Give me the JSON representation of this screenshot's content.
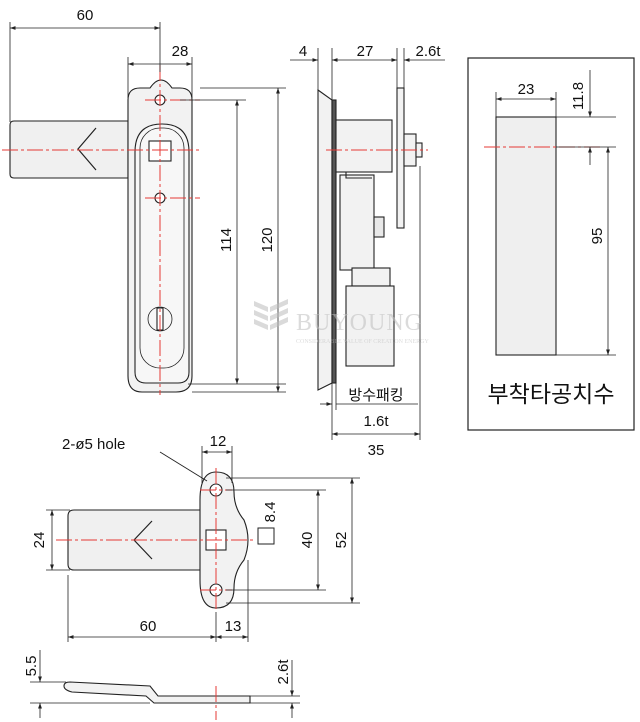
{
  "front_view": {
    "dims": {
      "overall_width": "60",
      "body_width": "28",
      "hole_pitch": "114",
      "overall_height": "120"
    }
  },
  "side_view": {
    "dims": {
      "plate_thickness": "4",
      "body_depth": "27",
      "cam_thickness": "2.6t",
      "total_depth": "35",
      "gasket_thickness": "1.6t"
    },
    "gasket_label": "방수패킹"
  },
  "cutout": {
    "dims": {
      "width": "23",
      "offset": "11.8",
      "height": "95"
    },
    "caption": "부착타공치수"
  },
  "back_view": {
    "hole_label": "2-ø5 hole",
    "dims": {
      "hole_spacing_x": "12",
      "square": "8.4",
      "hole_pitch": "40",
      "overall_height": "52",
      "handle_height": "24",
      "handle_length": "60",
      "base_offset": "13"
    }
  },
  "bottom_view": {
    "dims": {
      "height": "5.5",
      "thickness": "2.6t"
    }
  },
  "watermark": {
    "brand": "BUYOUNG",
    "tagline": "CONSIDERABLE VALUE OF CREATION ENERGY"
  },
  "colors": {
    "line": "#222222",
    "centerline": "#e53935",
    "fill": "#f2f2f2",
    "watermark": "#bfbfbf"
  }
}
